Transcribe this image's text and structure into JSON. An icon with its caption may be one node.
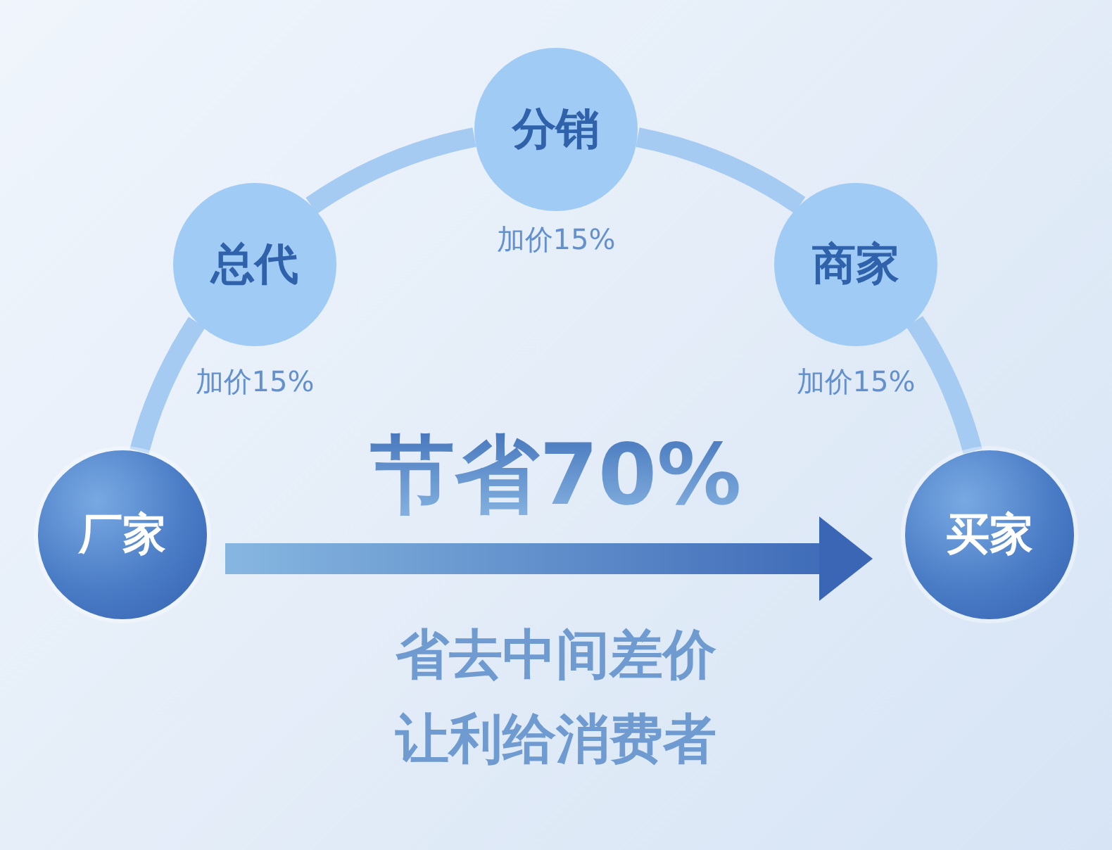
{
  "diagram": {
    "nodes": [
      {
        "text": [
          "厂家"
        ]
      },
      {
        "text": [
          "总代"
        ],
        "beside": [
          "加价15%"
        ]
      },
      {
        "text": [
          "分销"
        ],
        "beside": [
          "加价15%"
        ]
      },
      {
        "text": [
          "商家"
        ],
        "beside": [
          "加价15%"
        ]
      },
      {
        "text": [
          "买家"
        ]
      }
    ],
    "edges": [
      {
        "from": 0,
        "to": 1,
        "arrow": "none"
      },
      {
        "from": 1,
        "to": 2,
        "arrow": "none"
      },
      {
        "from": 2,
        "to": 3,
        "arrow": "none"
      },
      {
        "from": 3,
        "to": 4,
        "arrow": "none"
      },
      {
        "from": 0,
        "to": 4,
        "arrow": "to",
        "style": "thick",
        "color": "#3a66b5"
      }
    ],
    "labels": [
      "节省70%",
      "省去中间差价",
      "让利给消费者"
    ]
  }
}
